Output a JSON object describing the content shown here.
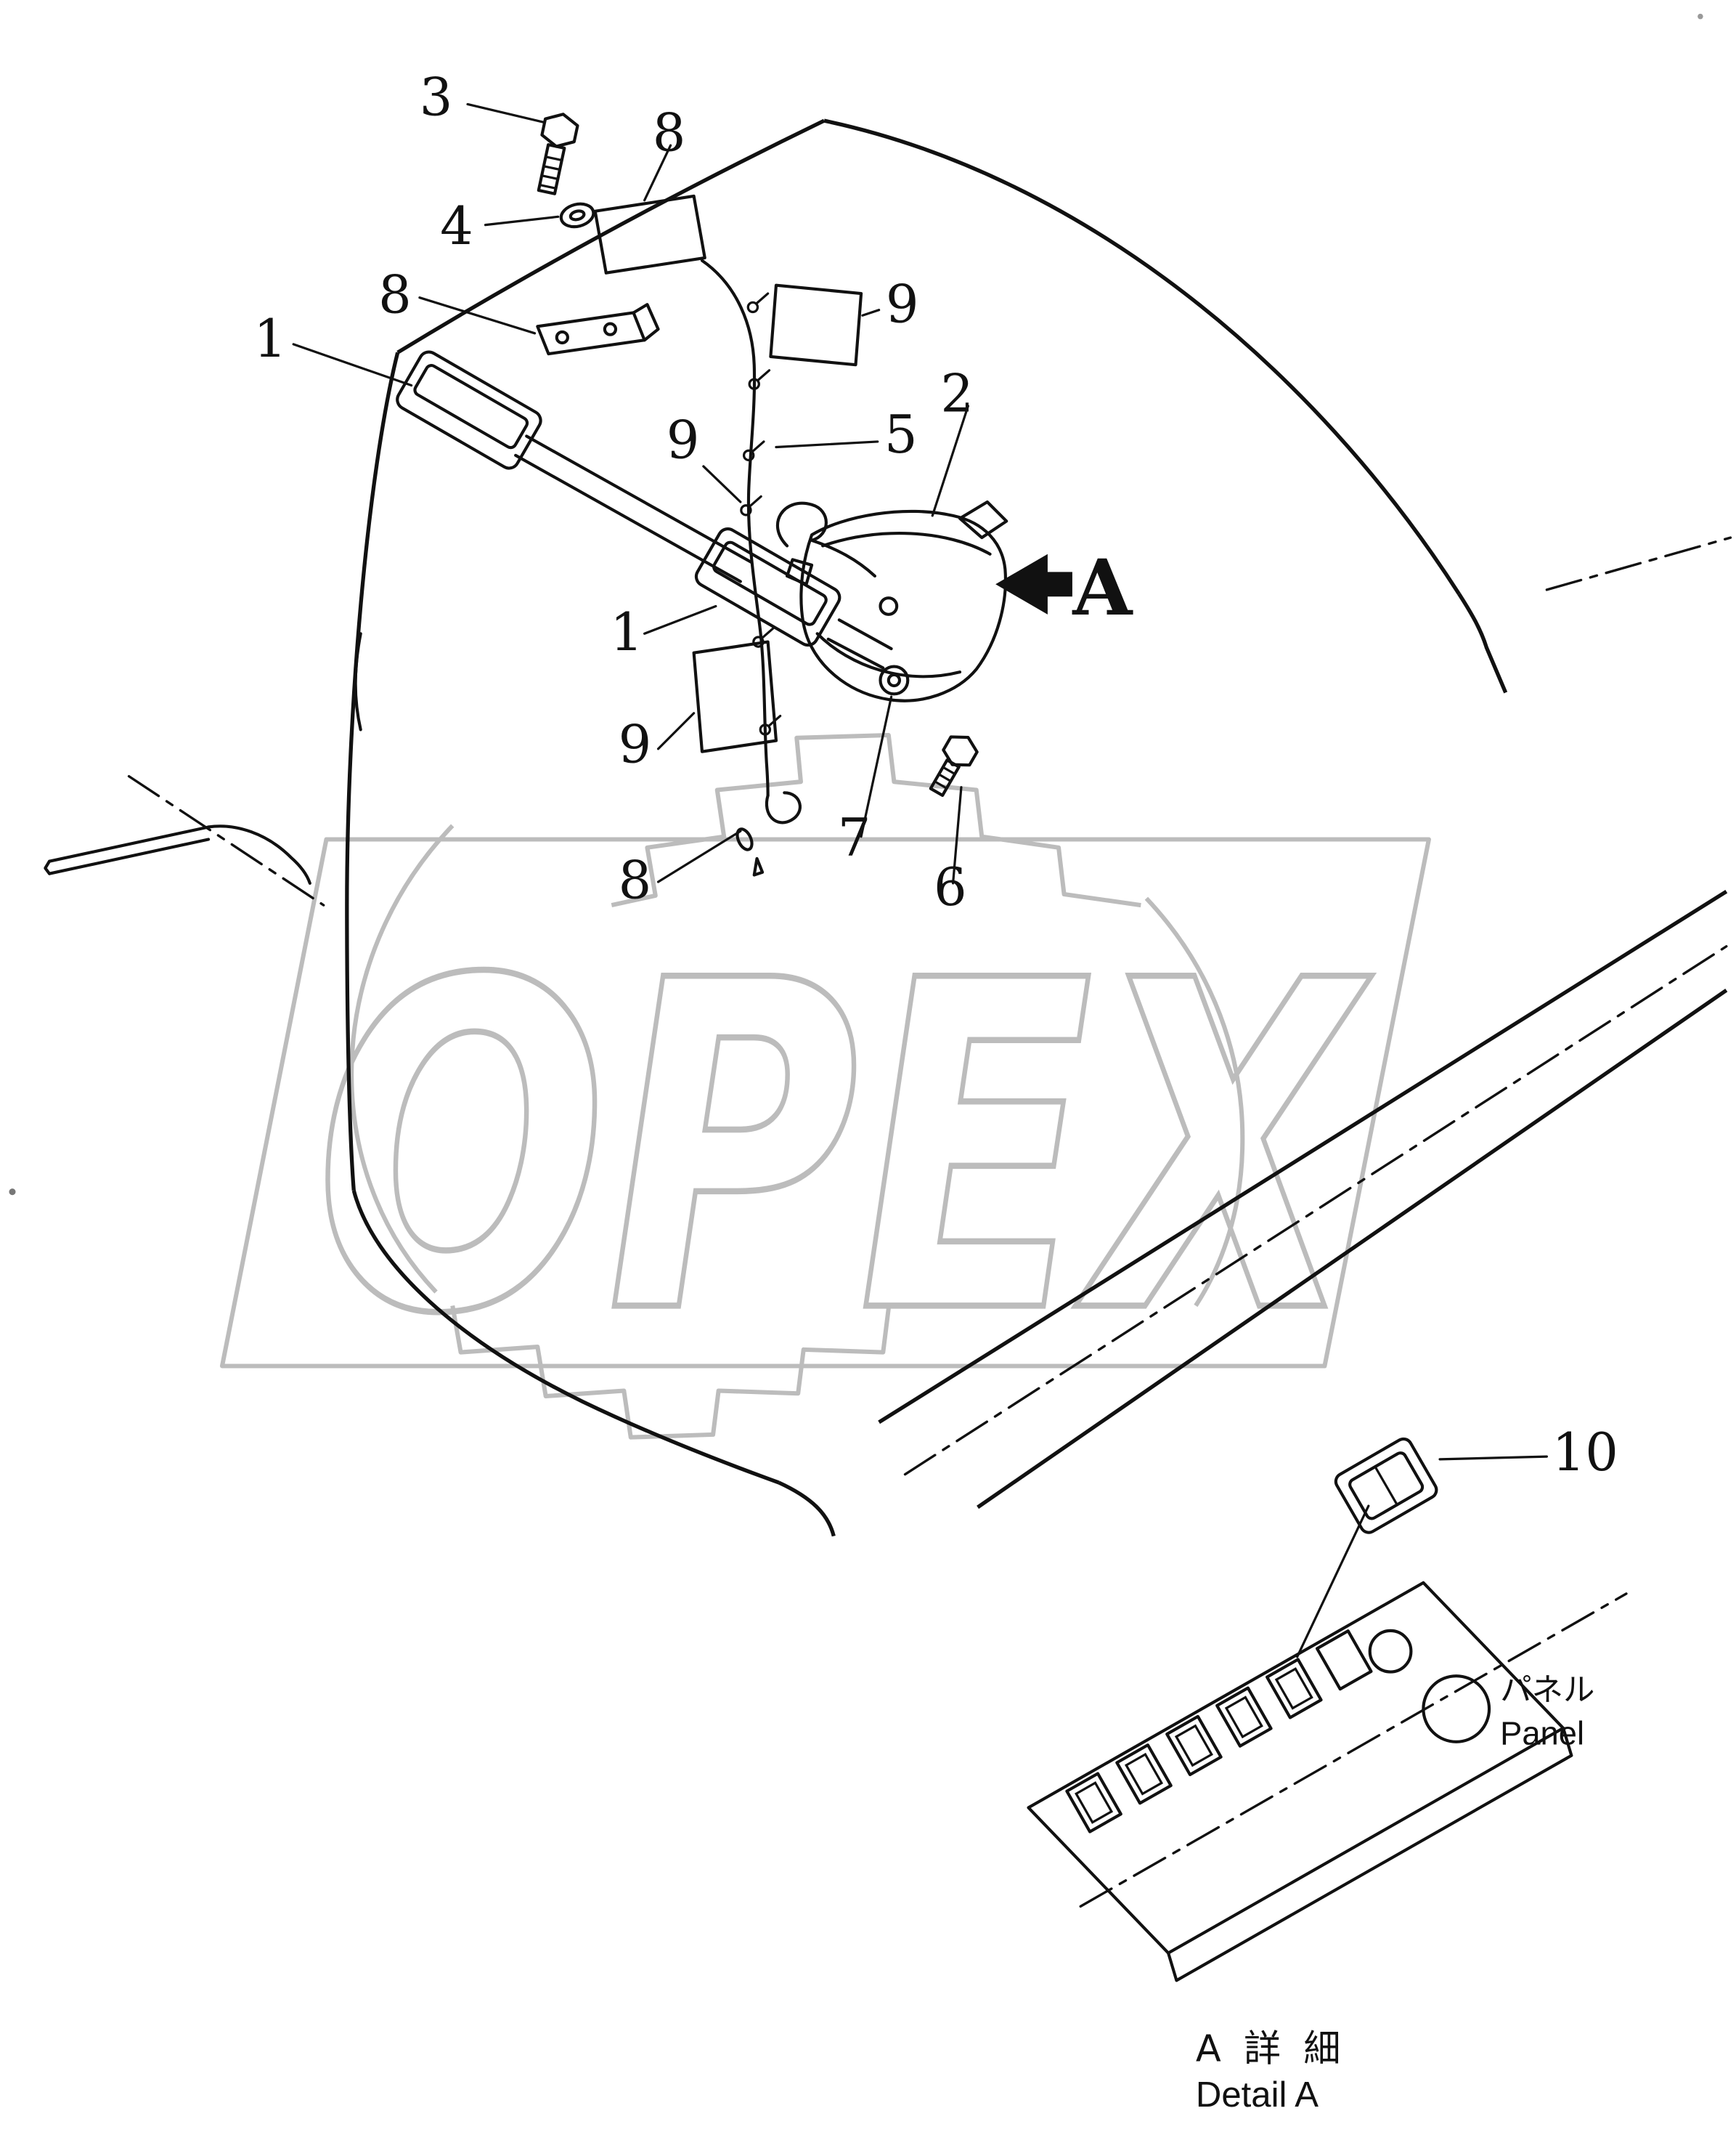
{
  "colors": {
    "ink": "#111111",
    "watermark_gray": "#bcbcbc",
    "paper": "#ffffff"
  },
  "figure": {
    "watermark_text": "OPEX",
    "view_arrow_label": "A",
    "callouts": {
      "c1a": "1",
      "c1b": "1",
      "c2": "2",
      "c3": "3",
      "c4": "4",
      "c5": "5",
      "c6": "6",
      "c7": "7",
      "c8a": "8",
      "c8b": "8",
      "c8c": "8",
      "c9a": "9",
      "c9b": "9",
      "c9c": "9",
      "c10": "10"
    },
    "detail_view": {
      "panel_label_jp": "パネル",
      "panel_label_en": "Panel",
      "caption_line1": "A 詳 細",
      "caption_line2": "Detail A"
    }
  }
}
